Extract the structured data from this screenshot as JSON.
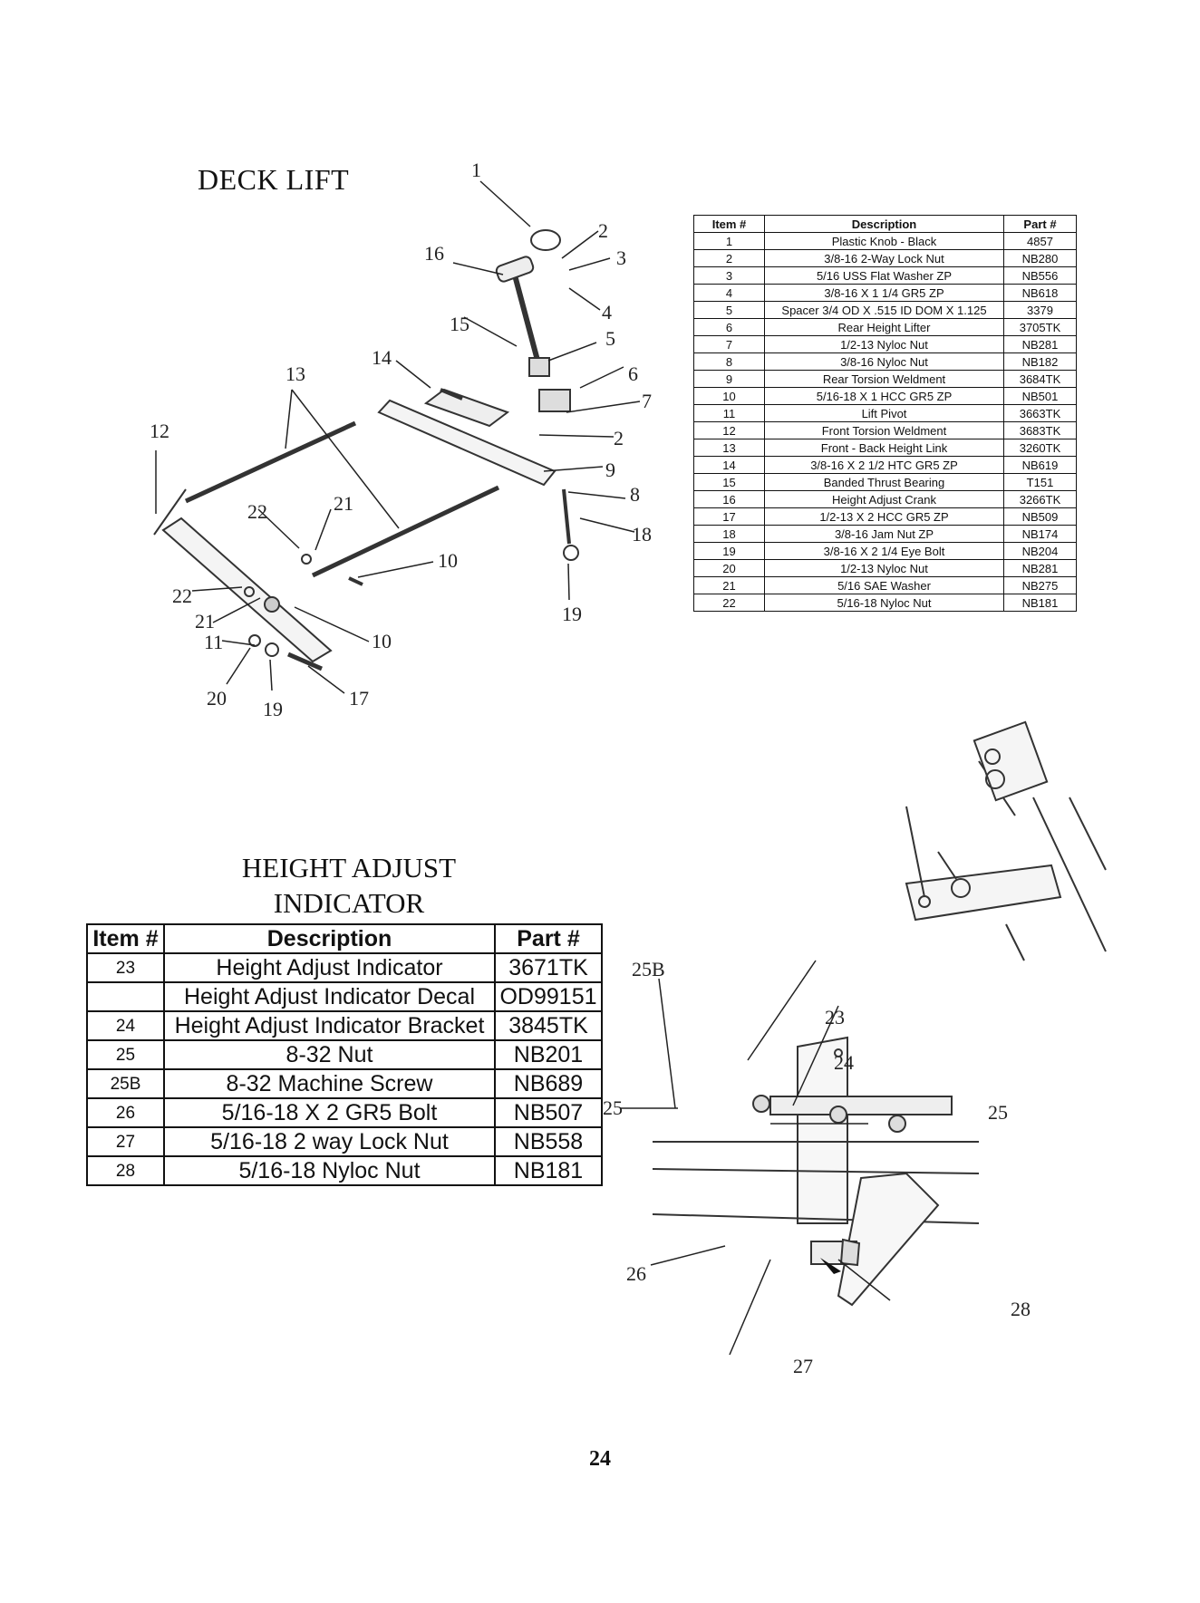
{
  "deck_lift": {
    "title": "DECK LIFT",
    "table": {
      "headers": [
        "Item #",
        "Description",
        "Part #"
      ],
      "rows": [
        [
          "1",
          "Plastic Knob - Black",
          "4857"
        ],
        [
          "2",
          "3/8-16 2-Way Lock Nut",
          "NB280"
        ],
        [
          "3",
          "5/16 USS Flat Washer ZP",
          "NB556"
        ],
        [
          "4",
          "3/8-16 X 1 1/4 GR5 ZP",
          "NB618"
        ],
        [
          "5",
          "Spacer 3/4 OD X .515 ID DOM X 1.125",
          "3379"
        ],
        [
          "6",
          "Rear Height Lifter",
          "3705TK"
        ],
        [
          "7",
          "1/2-13 Nyloc Nut",
          "NB281"
        ],
        [
          "8",
          "3/8-16 Nyloc Nut",
          "NB182"
        ],
        [
          "9",
          "Rear Torsion Weldment",
          "3684TK"
        ],
        [
          "10",
          "5/16-18 X 1 HCC GR5 ZP",
          "NB501"
        ],
        [
          "11",
          "Lift Pivot",
          "3663TK"
        ],
        [
          "12",
          "Front Torsion Weldment",
          "3683TK"
        ],
        [
          "13",
          "Front - Back Height Link",
          "3260TK"
        ],
        [
          "14",
          "3/8-16 X 2 1/2 HTC GR5 ZP",
          "NB619"
        ],
        [
          "15",
          "Banded Thrust Bearing",
          "T151"
        ],
        [
          "16",
          "Height Adjust Crank",
          "3266TK"
        ],
        [
          "17",
          "1/2-13 X 2 HCC GR5 ZP",
          "NB509"
        ],
        [
          "18",
          "3/8-16 Jam Nut ZP",
          "NB174"
        ],
        [
          "19",
          "3/8-16 X 2 1/4 Eye Bolt",
          "NB204"
        ],
        [
          "20",
          "1/2-13 Nyloc Nut",
          "NB281"
        ],
        [
          "21",
          "5/16 SAE Washer",
          "NB275"
        ],
        [
          "22",
          "5/16-18 Nyloc Nut",
          "NB181"
        ]
      ]
    },
    "callouts": [
      "1",
      "2",
      "3",
      "16",
      "4",
      "15",
      "5",
      "13",
      "14",
      "6",
      "7",
      "12",
      "2",
      "9",
      "8",
      "22",
      "21",
      "18",
      "10",
      "22",
      "19",
      "21",
      "11",
      "10",
      "20",
      "19",
      "17"
    ]
  },
  "height_adjust": {
    "title_line1": "HEIGHT ADJUST",
    "title_line2": "INDICATOR",
    "table": {
      "headers": [
        "Item #",
        "Description",
        "Part #"
      ],
      "rows": [
        [
          "23",
          "Height Adjust Indicator",
          "3671TK"
        ],
        [
          "",
          "Height Adjust Indicator Decal",
          "OD99151"
        ],
        [
          "24",
          "Height Adjust Indicator Bracket",
          "3845TK"
        ],
        [
          "25",
          "8-32 Nut",
          "NB201"
        ],
        [
          "25B",
          "8-32 Machine Screw",
          "NB689"
        ],
        [
          "26",
          "5/16-18 X 2 GR5 Bolt",
          "NB507"
        ],
        [
          "27",
          "5/16-18 2 way Lock Nut",
          "NB558"
        ],
        [
          "28",
          "5/16-18 Nyloc Nut",
          "NB181"
        ]
      ]
    },
    "callouts": [
      "25B",
      "23",
      "24",
      "25",
      "25",
      "26",
      "28",
      "27"
    ]
  },
  "page_number": "24"
}
